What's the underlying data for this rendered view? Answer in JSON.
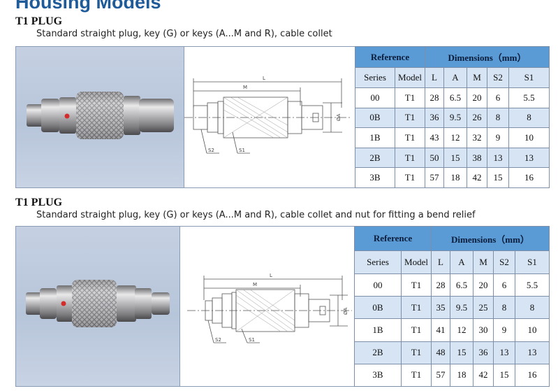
{
  "page": {
    "heading": "Housing Models"
  },
  "sections": [
    {
      "title": "T1 PLUG",
      "subtitle": "Standard straight plug, key (G) or keys (A...M and R), cable collet",
      "drawing": {
        "label_L": "L",
        "label_M": "M",
        "label_S2": "S2",
        "label_S1": "S1",
        "label_A": "ØA"
      },
      "table": {
        "group_ref": "Reference",
        "group_dim": "Dimensions（mm）",
        "columns": [
          "Series",
          "Model",
          "L",
          "A",
          "M",
          "S2",
          "S1"
        ],
        "rows": [
          [
            "00",
            "T1",
            "28",
            "6.5",
            "20",
            "6",
            "5.5"
          ],
          [
            "0B",
            "T1",
            "36",
            "9.5",
            "26",
            "8",
            "8"
          ],
          [
            "1B",
            "T1",
            "43",
            "12",
            "32",
            "9",
            "10"
          ],
          [
            "2B",
            "T1",
            "50",
            "15",
            "38",
            "13",
            "13"
          ],
          [
            "3B",
            "T1",
            "57",
            "18",
            "42",
            "15",
            "16"
          ]
        ]
      }
    },
    {
      "title": "T1 PLUG",
      "subtitle": "Standard straight plug, key (G) or keys (A...M and R), cable collet and nut for fitting a bend relief",
      "drawing": {
        "label_L": "L",
        "label_M": "M",
        "label_S2": "S2",
        "label_S1": "S1",
        "label_A": "ØA"
      },
      "table": {
        "group_ref": "Reference",
        "group_dim": "Dimensions（mm）",
        "columns": [
          "Series",
          "Model",
          "L",
          "A",
          "M",
          "S2",
          "S1"
        ],
        "rows": [
          [
            "00",
            "T1",
            "28",
            "6.5",
            "20",
            "6",
            "5.5"
          ],
          [
            "0B",
            "T1",
            "35",
            "9.5",
            "25",
            "8",
            "8"
          ],
          [
            "1B",
            "T1",
            "41",
            "12",
            "30",
            "9",
            "10"
          ],
          [
            "2B",
            "T1",
            "48",
            "15",
            "36",
            "13",
            "13"
          ],
          [
            "3B",
            "T1",
            "57",
            "18",
            "42",
            "15",
            "16"
          ]
        ]
      }
    }
  ]
}
